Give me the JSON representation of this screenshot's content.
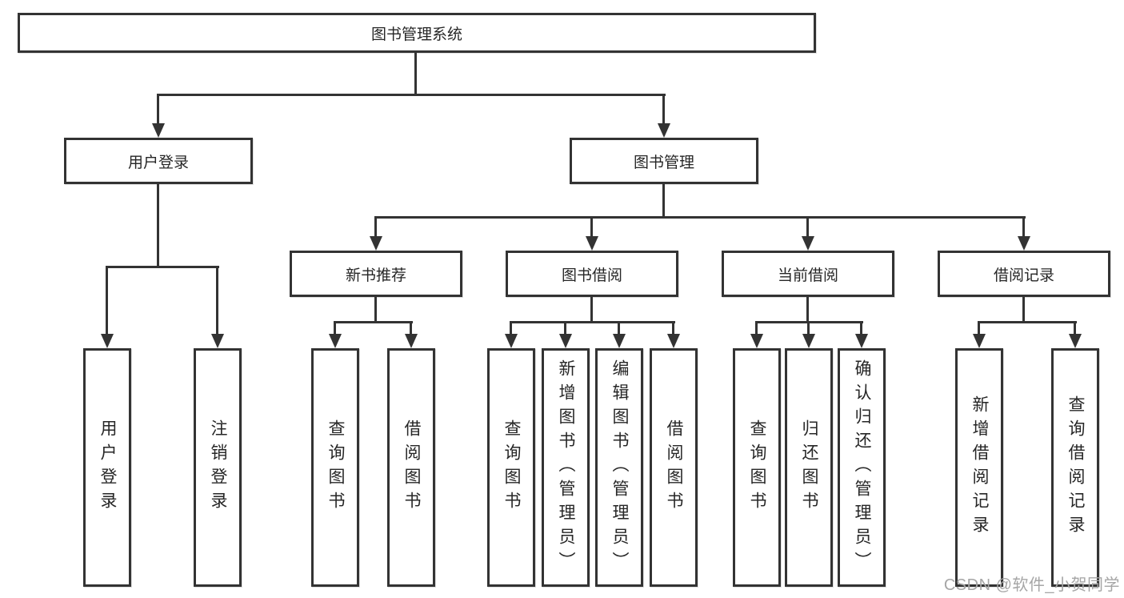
{
  "diagram": {
    "root": "图书管理系统",
    "level2": {
      "user_login": "用户登录",
      "book_management": "图书管理"
    },
    "level3": {
      "new_books": "新书推荐",
      "book_borrowing": "图书借阅",
      "current_borrowing": "当前借阅",
      "borrowing_records": "借阅记录"
    },
    "leaves": {
      "user_login": [
        "用户登录",
        "注销登录"
      ],
      "new_books": [
        "查询图书",
        "借阅图书"
      ],
      "book_borrowing": [
        "查询图书",
        "新增图书（管理员）",
        "编辑图书（管理员）",
        "借阅图书"
      ],
      "current_borrowing": [
        "查询图书",
        "归还图书",
        "确认归还（管理员）"
      ],
      "borrowing_records": [
        "新增借阅记录",
        "查询借阅记录"
      ]
    }
  },
  "watermark": "CSDN @软件_小贺同学",
  "colors": {
    "line": "#333333",
    "text": "#262626",
    "watermark": "#a6a6a6",
    "background": "#ffffff"
  }
}
